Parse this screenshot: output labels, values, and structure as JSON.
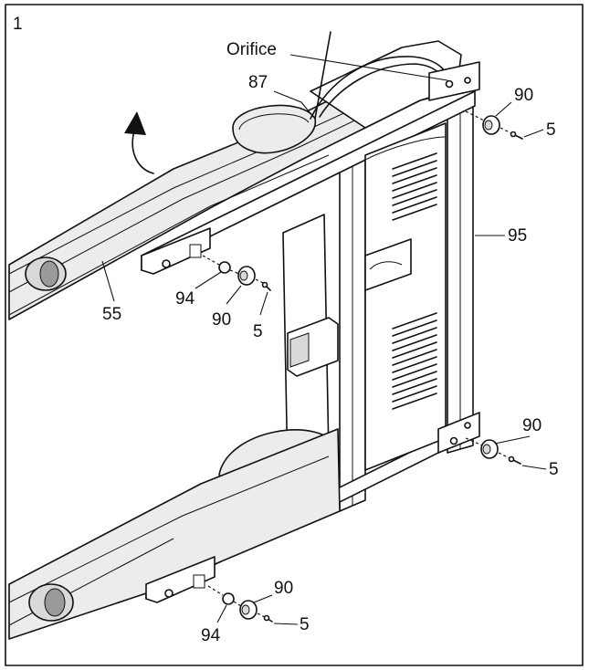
{
  "step_number": "1",
  "labels": {
    "orifice": "Orifice",
    "p87": "87",
    "p90_top_right": "90",
    "p5_top_right": "5",
    "p95": "95",
    "p55": "55",
    "p94_mid": "94",
    "p90_mid": "90",
    "p5_mid": "5",
    "p90_low_right": "90",
    "p5_low_right": "5",
    "p90_bottom": "90",
    "p94_bottom": "94",
    "p5_bottom": "5"
  },
  "arrow_direction": "lift-up"
}
